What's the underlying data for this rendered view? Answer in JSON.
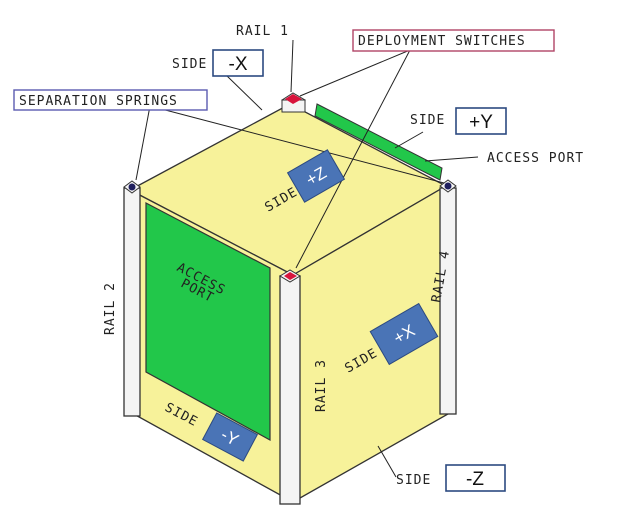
{
  "labels": {
    "rail1": "RAIL 1",
    "rail2": "RAIL 2",
    "rail3": "RAIL 3",
    "rail4": "RAIL 4",
    "side_word": "SIDE",
    "deployment_switches": "DEPLOYMENT SWITCHES",
    "separation_springs": "SEPARATION SPRINGS",
    "access_port": "ACCESS PORT",
    "access_port_face_line1": "ACCESS",
    "access_port_face_line2": "PORT"
  },
  "sides": {
    "minus_x": "-X",
    "plus_y": "+Y",
    "plus_z": "+Z",
    "plus_x": "+X",
    "minus_y": "-Y",
    "minus_z": "-Z"
  },
  "colors": {
    "body_yellow": "#f7f29a",
    "panel_green": "#22c74a",
    "tag_blue": "#4a74b6",
    "switch_red": "#d8143c",
    "spring_navy": "#1f1f5e",
    "deploy_box_border": "#b04466",
    "spring_box_border": "#5b5bb0",
    "side_box_border": "#2c4a80"
  }
}
